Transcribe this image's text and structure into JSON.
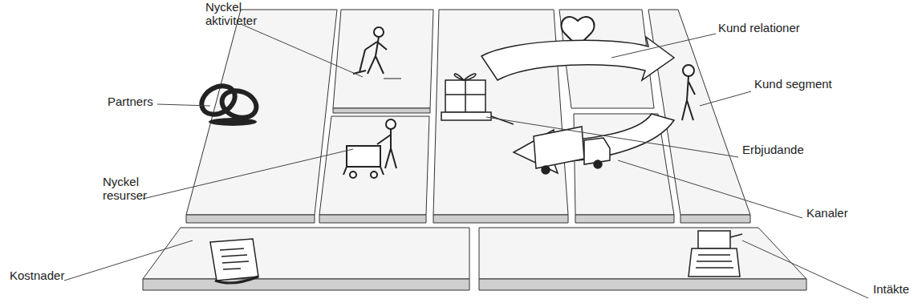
{
  "diagram": {
    "labels": [
      "Nyckel aktiviteter",
      "Kund relationer",
      "Partners",
      "Kund segment",
      "Erbjudande",
      "Nyckel resurser",
      "Kanaler",
      "Kostnader",
      "Intäkte"
    ]
  }
}
